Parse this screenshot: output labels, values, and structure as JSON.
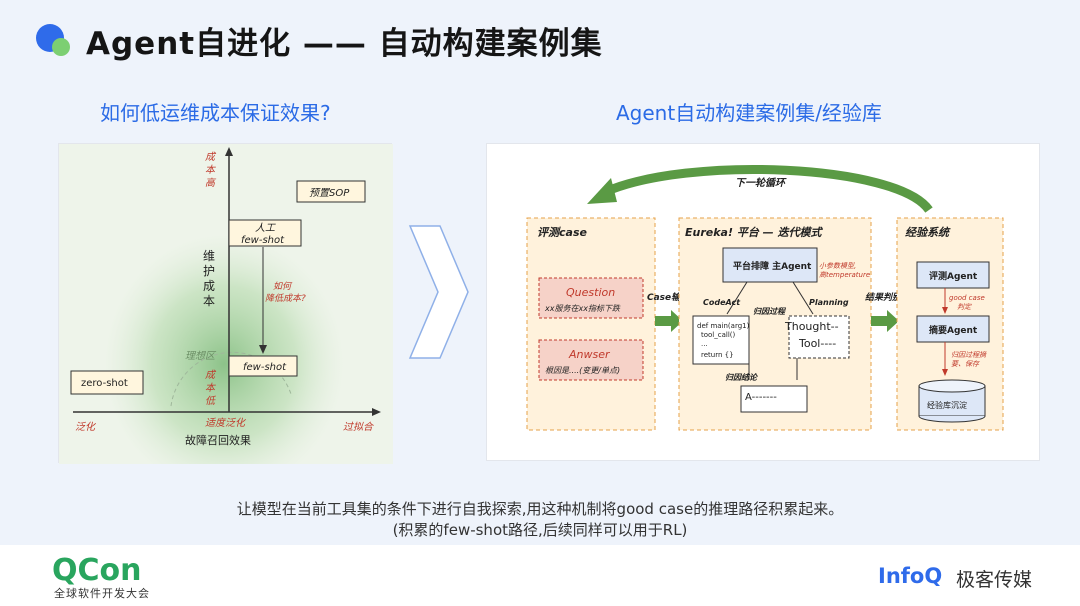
{
  "header": {
    "title": "Agent自进化 —— 自动构建案例集"
  },
  "left": {
    "subtitle": "如何低运维成本保证效果?",
    "y_top": "成本高",
    "y_label": "维护成本",
    "y_low": "成本低",
    "x_label": "故障召回效果",
    "x_left": "泛化",
    "x_mid": "适度泛化",
    "x_right": "过拟合",
    "box_sop": "预置SOP",
    "box_manual_1": "人工",
    "box_manual_2": "few-shot",
    "box_fewshot": "few-shot",
    "box_zeroshot": "zero-shot",
    "note_1": "如何",
    "note_2": "降低成本?",
    "ideal": "理想区"
  },
  "right": {
    "subtitle": "Agent自动构建案例集/经验库",
    "loop_label": "下一轮循环",
    "eval_title": "评测case",
    "question_title": "Question",
    "question_text": "xx服务在xx指标下跌",
    "answer_title": "Anwser",
    "answer_text": "根因是....(变更/单点)",
    "case_input": "Case输入",
    "eureka_title": "Eureka! 平台 — 迭代模式",
    "main_agent": "平台排障 主Agent",
    "red_1": "小参数模型,",
    "red_2": "高temperature",
    "codeact": "CodeAct",
    "planning": "Planning",
    "guiyin_guocheng": "归因过程",
    "code_1": "def main(arg1)",
    "code_2": "tool_call()",
    "code_3": "...",
    "code_4": "return {}",
    "thought": "Thought--",
    "tool": "Tool----",
    "guiyin_jielun": "归因结论",
    "conclusion": "A-------",
    "result_judge": "结果判别",
    "exp_title": "经验系统",
    "eval_agent": "评测Agent",
    "goodcase_1": "good case",
    "goodcase_2": "判定",
    "summary_agent": "摘要Agent",
    "summary_red_1": "归因过程摘",
    "summary_red_2": "要、保存",
    "exp_db": "经验库沉淀"
  },
  "caption": {
    "line1": "让模型在当前工具集的条件下进行自我探索,用这种机制将good case的推理路径积累起来。",
    "line2": "(积累的few-shot路径,后续同样可以用于RL)"
  },
  "footer": {
    "qcon": "QCon",
    "qcon_sub": "全球软件开发大会",
    "infoq": "InfoQ",
    "infoq_cn": "极客传媒"
  },
  "colors": {
    "accent_blue": "#2b6be6",
    "green": "#29a55e",
    "red_text": "#c0392b",
    "orange_bg": "#fff2dc",
    "orange_border": "#e6a24a"
  }
}
